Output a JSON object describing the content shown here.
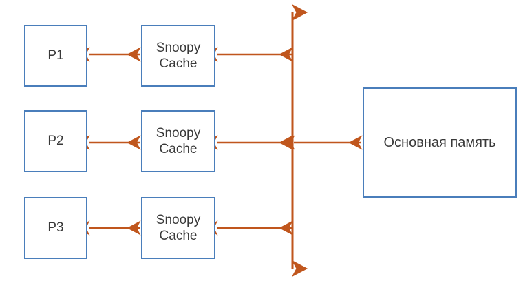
{
  "diagram": {
    "title_text": "",
    "background_color": "#ffffff",
    "box_border_color": "#4a7ebb",
    "arrow_color": "#c0561d",
    "text_color": "#393939",
    "processors": [
      {
        "id": "p1",
        "label": "P1"
      },
      {
        "id": "p2",
        "label": "P2"
      },
      {
        "id": "p3",
        "label": "P3"
      }
    ],
    "caches": [
      {
        "id": "cache1",
        "label": "Snoopy\nCache"
      },
      {
        "id": "cache2",
        "label": "Snoopy\nCache"
      },
      {
        "id": "cache3",
        "label": "Snoopy\nCache"
      }
    ],
    "memory": {
      "id": "main-memory",
      "label": "Основная память"
    },
    "bus": {
      "id": "system-bus",
      "label": ""
    },
    "connections": [
      {
        "from": "p1",
        "to": "cache1",
        "style": "double-arrow"
      },
      {
        "from": "cache1",
        "to": "bus",
        "style": "double-arrow"
      },
      {
        "from": "p2",
        "to": "cache2",
        "style": "double-arrow"
      },
      {
        "from": "cache2",
        "to": "bus",
        "style": "double-arrow"
      },
      {
        "from": "p3",
        "to": "cache3",
        "style": "double-arrow"
      },
      {
        "from": "cache3",
        "to": "bus",
        "style": "double-arrow"
      },
      {
        "from": "bus",
        "to": "main-memory",
        "style": "double-arrow"
      }
    ]
  }
}
